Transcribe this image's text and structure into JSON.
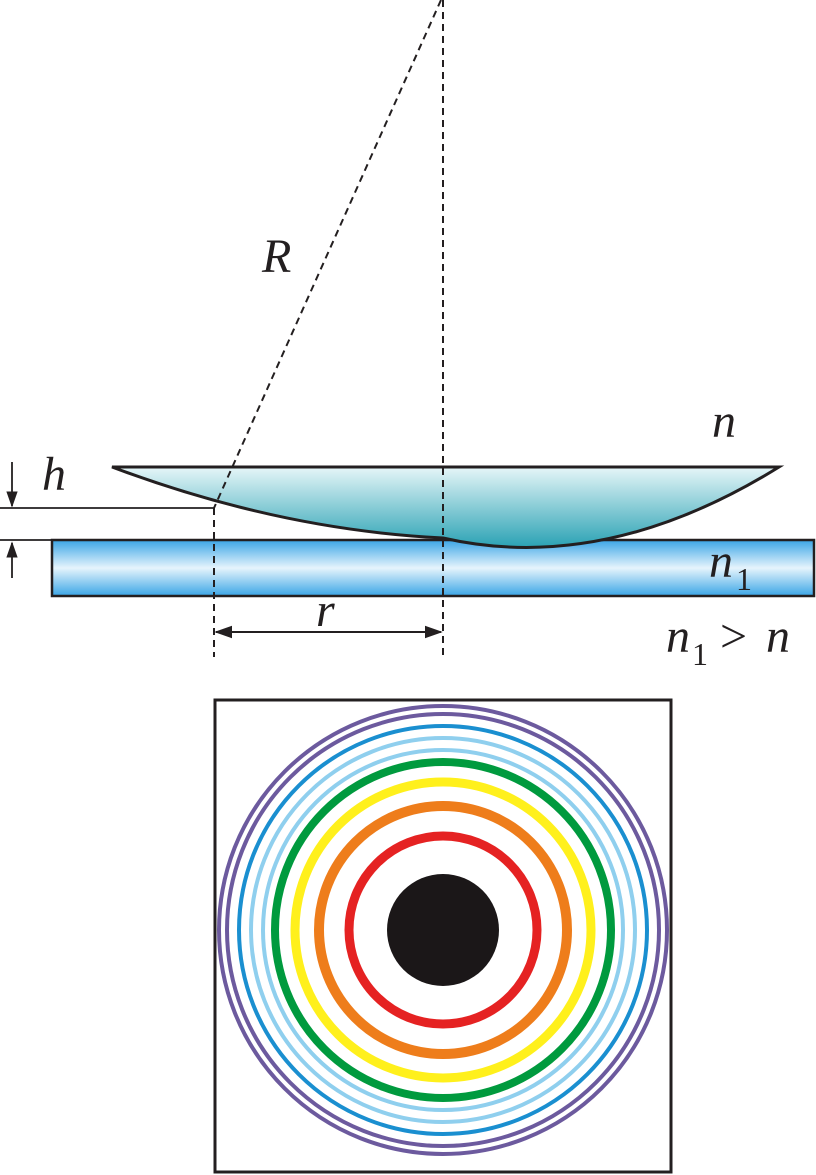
{
  "labels": {
    "radius": "R",
    "lens_index": "n",
    "gap": "h",
    "distance": "r",
    "plate_index_base": "n",
    "plate_index_sub": "1",
    "relation_left_base": "n",
    "relation_left_sub": "1",
    "relation_op": ">",
    "relation_right": "n"
  },
  "colors": {
    "outline": "#231f20",
    "lens_top": "#e6f6f8",
    "lens_bottom": "#2aa2b4",
    "plate_edge": "#3aa5e6",
    "plate_mid": "#e6f4fc",
    "center_spot": "#1b1718"
  },
  "rings": [
    {
      "color": "#e52222"
    },
    {
      "color": "#ee7d1b"
    },
    {
      "color": "#fff01c"
    },
    {
      "color": "#009a3e"
    },
    {
      "color": "#8fcfee"
    },
    {
      "color": "#8fcfee"
    },
    {
      "color": "#1a8fd0"
    },
    {
      "color": "#6c5a9e"
    },
    {
      "color": "#6c5a9e"
    }
  ]
}
